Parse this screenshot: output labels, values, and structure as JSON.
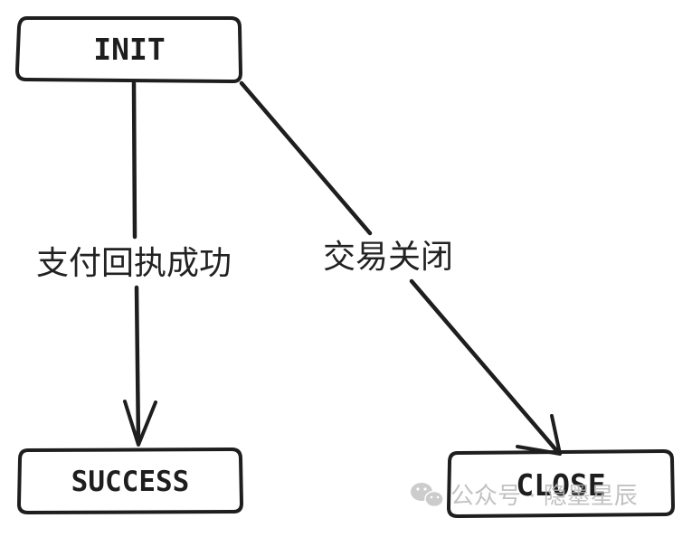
{
  "diagram": {
    "nodes": {
      "init": "INIT",
      "success": "SUCCESS",
      "close": "CLOSE"
    },
    "edges": {
      "init_to_success": "支付回执成功",
      "init_to_close": "交易关闭"
    }
  },
  "watermark": {
    "text": "公众号 · 隐墨星辰",
    "icon": "wechat-icon"
  },
  "colors": {
    "stroke": "#1e1e1e",
    "text": "#1e1e1e",
    "watermark": "#b8b8b8",
    "background": "#ffffff"
  }
}
